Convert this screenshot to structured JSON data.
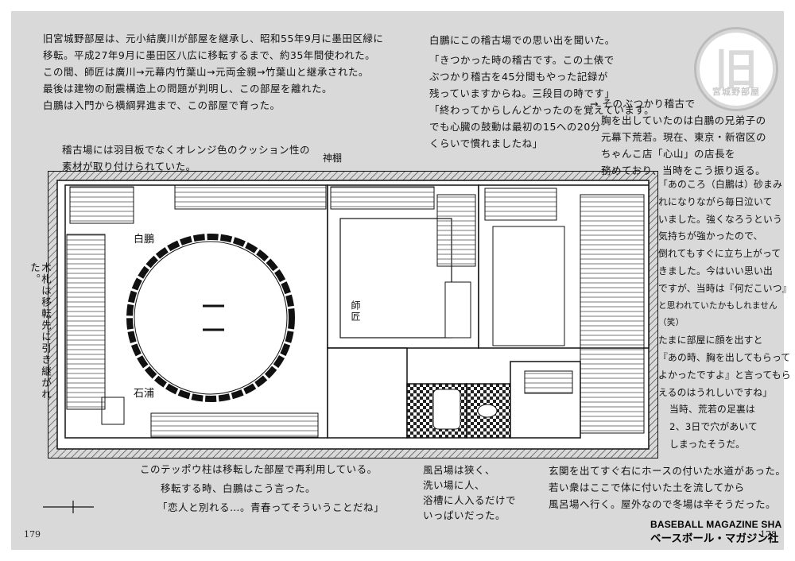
{
  "header_notes": [
    "旧宮城野部屋は、元小結廣川が部屋を継承し、昭和55年9月に墨田区緑に",
    "移転。平成27年9月に墨田区八広に移転するまで、約35年間使われた。",
    "この間、師匠は廣川→元幕内竹葉山→元両金親→竹葉山と継承された。",
    "最後は建物の耐震構造上の問題が判明し、この部屋を離れた。",
    "白鵬は入門から横綱昇進まで、この部屋で育った。"
  ],
  "memory_heading": "白鵬にこの稽古場での思い出を聞いた。",
  "memory_quote_1": [
    "「きつかった時の稽古です。この土俵で",
    "ぶつかり稽古を45分間もやった記録が",
    "残っていますからね。三段目の時です」"
  ],
  "memory_quote_2": [
    "「終わってからしんどかったのを覚えています。",
    "でも心臓の鼓動は最初の15への20分",
    "くらいで慣れましたね」"
  ],
  "side_note": [
    "→ そのぶつかり稽古で",
    "胸を出していたのは白鵬の兄弟子の",
    "元幕下荒若。現在、東京・新宿区の",
    "ちゃんこ店「心山」の店長を",
    "務めており、当時をこう振り返る。"
  ],
  "arawaka_quote": [
    "「あのころ（白鵬は）砂まみ",
    "れになりながら毎日泣いて",
    "いました。強くなろうという",
    "気持ちが強かったので、",
    "倒れてもすぐに立ち上がって",
    "きました。今はいい思い出",
    "ですが、当時は『何だこいつ』",
    "と思われていたかもしれません（笑）",
    "たまに部屋に顔を出すと",
    "『あの時、胸を出してもらって",
    "よかったですよ』と言ってもら",
    "えるのはうれしいですね」",
    "当時、荒若の足裏は",
    "2、3日で穴があいて",
    "しまったそうだ。"
  ],
  "floor_note": [
    "稽古場には羽目板でなくオレンジ色のクッション性の",
    "素材が取り付けられていた。"
  ],
  "kamidana_label": "神棚",
  "vertical_note": "木札は移転先に引き継がれた。",
  "labels": {
    "hakuho": "白鵬",
    "sekiura": "石浦",
    "shisho": "師匠"
  },
  "bottom_notes": {
    "pillar": "このテッポウ柱は移転した部屋で再利用している。",
    "move_lead": "移転する時、白鵬はこう言った。",
    "move_quote": "「恋人と別れる…。青春ってそういうことだね」",
    "bath": [
      "風呂場は狭く、",
      "洗い場に人、",
      "浴槽に人入るだけで",
      "いっぱいだった。"
    ],
    "entrance": [
      "玄関を出てすぐ右にホースの付いた水道があった。",
      "若い衆はここで体に付いた土を流してから",
      "風呂場へ行く。屋外なので冬場は辛そうだった。"
    ]
  },
  "badge": {
    "big": "旧",
    "small": "宮城野部屋"
  },
  "page_left": "179",
  "page_right": "178",
  "brand_en": "BASEBALL MAGAZINE SHA",
  "brand_jp": "ベースボール・マガジン社"
}
